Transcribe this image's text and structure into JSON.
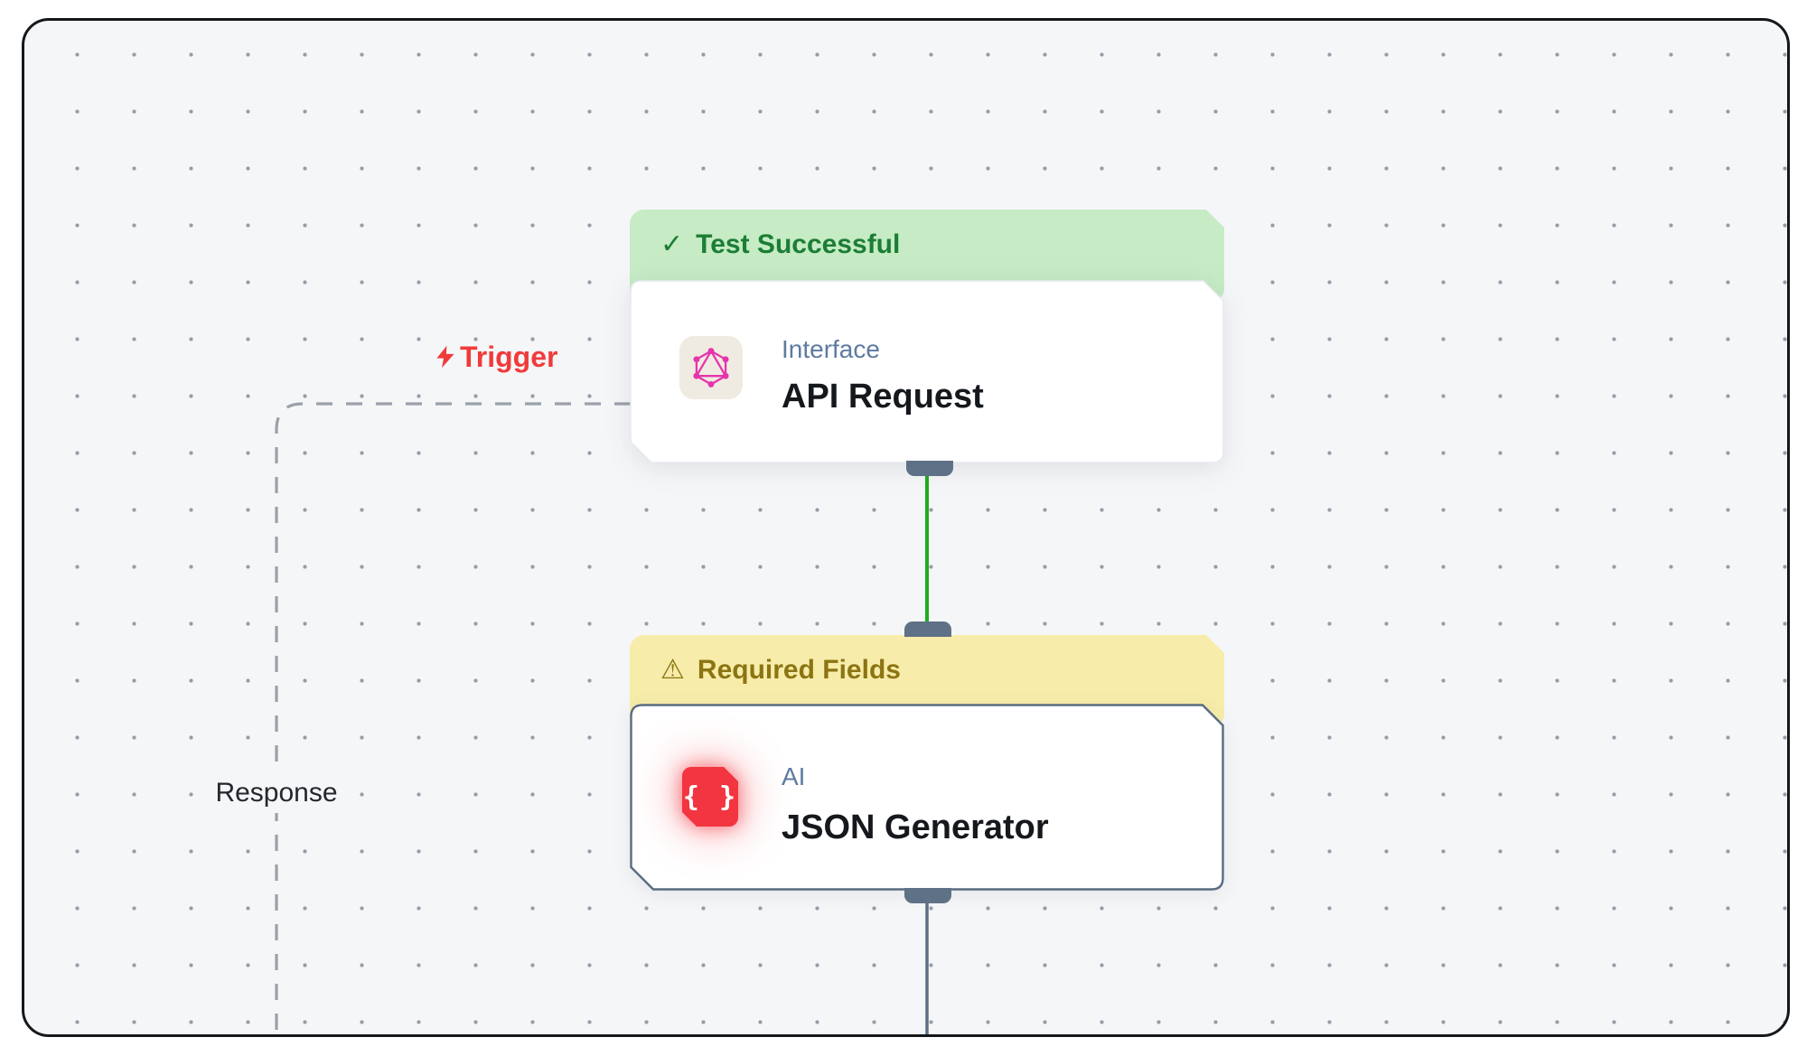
{
  "canvas": {
    "background": "#f5f6f8",
    "border_color": "#15181b",
    "dot_color": "#959ca7"
  },
  "labels": {
    "trigger": "Trigger",
    "response": "Response"
  },
  "edges": {
    "trigger_color": "#f03b3b",
    "success_edge_color": "#1fad1f",
    "pending_edge_color": "#5d7186",
    "dashed_edge_color": "#9aa1a8",
    "handle_color": "#5f7186"
  },
  "nodes": [
    {
      "banner": {
        "label": "Test Successful",
        "icon": "check-icon",
        "icon_glyph": "✓",
        "bg": "#c6ebc5",
        "color": "#1b7e34"
      },
      "category": "Interface",
      "title": "API Request",
      "icon": "graphql-icon",
      "icon_bg": "#f0ebe2",
      "icon_color": "#e535ab"
    },
    {
      "banner": {
        "label": "Required Fields",
        "icon": "warning-icon",
        "icon_glyph": "⚠",
        "bg": "#f8ecaa",
        "color": "#8b7512"
      },
      "category": "AI",
      "title": "JSON Generator",
      "icon": "braces-icon",
      "icon_glyph": "{ }",
      "icon_bg": "#f23540",
      "border_color": "#5a6c82"
    }
  ]
}
